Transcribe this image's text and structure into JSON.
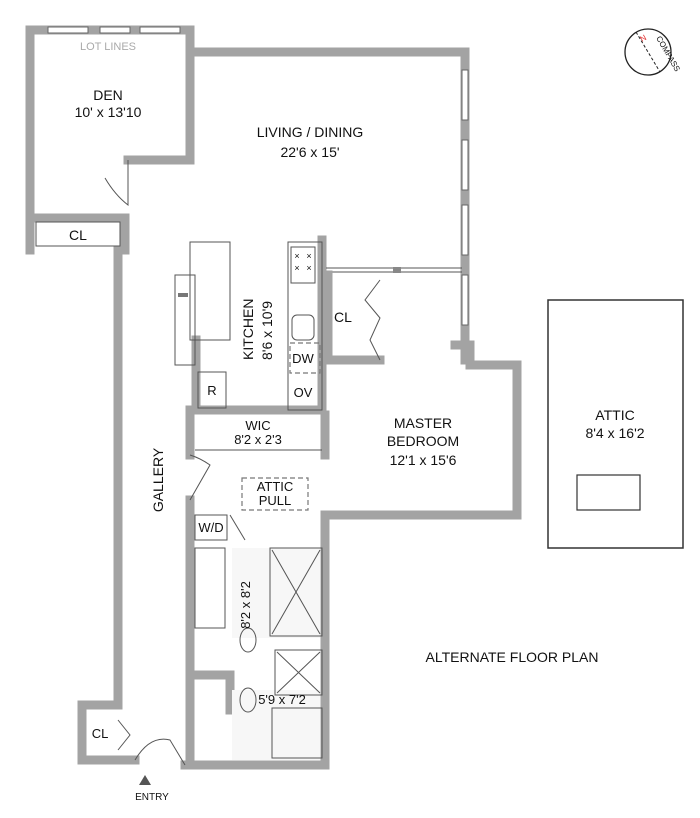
{
  "labels": {
    "lot_lines": "LOT LINES",
    "den": "DEN",
    "den_size": "10' x 13'10",
    "living": "LIVING / DINING",
    "living_size": "22'6 x 15'",
    "cl": "CL",
    "kitchen": "KITCHEN",
    "kitchen_size": "8'6 x 10'9",
    "dw": "DW",
    "ov": "OV",
    "r": "R",
    "wic": "WIC",
    "wic_size": "8'2 x 2'3",
    "attic_pull_1": "ATTIC",
    "attic_pull_2": "PULL",
    "gallery": "GALLERY",
    "master": "MASTER",
    "bedroom": "BEDROOM",
    "master_size": "12'1 x 15'6",
    "wd": "W/D",
    "bath1_size": "8'2 x 8'2",
    "bath2_size": "5'9 x 7'2",
    "entry": "ENTRY",
    "attic": "ATTIC",
    "attic_size": "8'4 x 16'2",
    "alternate": "ALTERNATE FLOOR PLAN",
    "compass": "COMPASS",
    "north": "N"
  },
  "colors": {
    "wall": "#a3a3a3",
    "north": "#e02020"
  }
}
